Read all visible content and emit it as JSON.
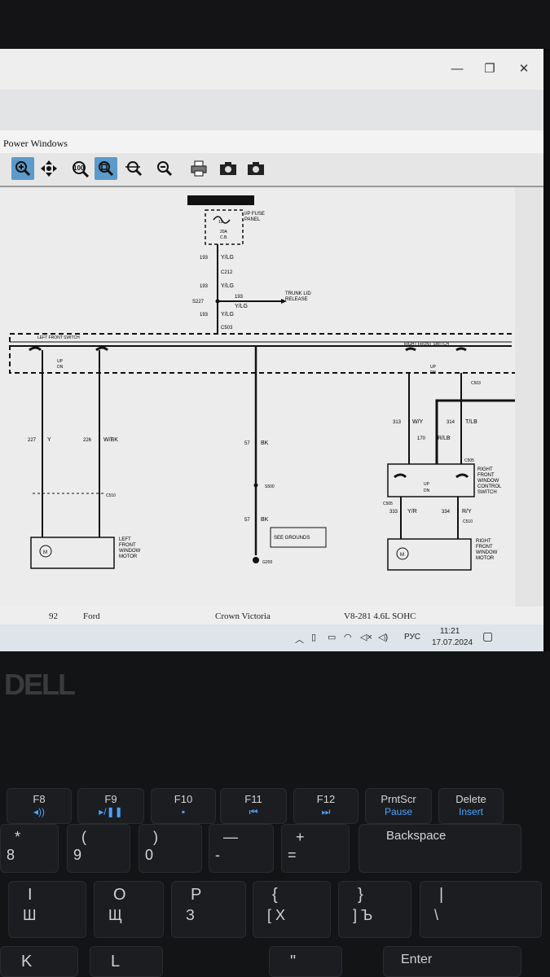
{
  "window": {
    "title": "Power Windows",
    "buttons": {
      "minimize": "—",
      "restore": "❐",
      "close": "✕"
    }
  },
  "toolbar": {
    "icons": [
      "zoom-in-icon",
      "pan-icon",
      "zoom-100-icon",
      "zoom-fit-icon",
      "zoom-width-icon",
      "zoom-out-icon",
      "print-icon",
      "camera-icon",
      "camera-alt-icon"
    ],
    "zoom100": "100"
  },
  "diagram": {
    "fuse_label": "I/P FUSE\nPANEL",
    "fuse_num": "12",
    "fuse_amp": "20A\nC.B.",
    "wires": [
      {
        "num": "193",
        "color": "Y/LG"
      },
      {
        "num": "193",
        "color": "Y/LG"
      },
      {
        "num": "193",
        "color": "Y/LG"
      }
    ],
    "c212": "C212",
    "s227": "S227",
    "trunk": "TRUNK LID\nRELEASE",
    "trunk_wire": "193",
    "trunk_color": "Y/LG",
    "c503": "C503",
    "left_switch": "LEFT FRONT SWITCH",
    "right_switch": "RIGHT FRONT SWITCH",
    "up": "UP",
    "dn": "DN",
    "left_wire1": {
      "num": "227",
      "color": "Y"
    },
    "left_wire2": {
      "num": "226",
      "color": "W/BK"
    },
    "c510_left": "C510",
    "left_motor": "LEFT\nFRONT\nWINDOW\nMOTOR",
    "ground_wire1": {
      "num": "57",
      "color": "BK"
    },
    "s500": "S500",
    "ground_wire2": {
      "num": "57",
      "color": "BK"
    },
    "see_grounds": "SEE GROUNDS",
    "g200": "G200",
    "c503_right": "C503",
    "right_wire1": {
      "num": "313",
      "color": "W/Y"
    },
    "right_wire2": {
      "num": "314",
      "color": "T/LB"
    },
    "right_wire3": {
      "num": "170",
      "color": "R/LB"
    },
    "c505": "C505",
    "right_control": "RIGHT\nFRONT\nWINDOW\nCONTROL\nSWITCH",
    "c505b": "C505",
    "right_wire4": {
      "num": "333",
      "color": "Y/R"
    },
    "right_wire5": {
      "num": "334",
      "color": "R/Y"
    },
    "c510_right": "C510",
    "right_motor": "RIGHT\nFRONT\nWINDOW\nMOTOR",
    "m": "M"
  },
  "footer": {
    "page": "92",
    "make": "Ford",
    "model": "Crown Victoria",
    "engine": "V8-281 4.6L SOHC"
  },
  "taskbar": {
    "lang": "РУС",
    "time": "11:21",
    "date": "17.07.2024"
  },
  "keyboard": {
    "brand": "DELL",
    "row1": [
      {
        "top": "F8",
        "bot": "◂))"
      },
      {
        "top": "F9",
        "bot": "▸/❚❚"
      },
      {
        "top": "F10",
        "bot": "▪"
      },
      {
        "top": "F11",
        "bot": "⏮"
      },
      {
        "top": "F12",
        "bot": "⏭"
      },
      {
        "top": "PrntScr",
        "bot": "Pause"
      },
      {
        "top": "Delete",
        "bot": "Insert"
      }
    ],
    "row2": [
      {
        "top": "*",
        "bot": "8"
      },
      {
        "top": "(",
        "bot": "9"
      },
      {
        "top": ")",
        "bot": "0"
      },
      {
        "top": "—",
        "bot": "-"
      },
      {
        "top": "+",
        "bot": "="
      },
      {
        "top": "Backspace",
        "bot": ""
      }
    ],
    "row3": [
      {
        "lat": "I",
        "cyr": "Ш"
      },
      {
        "lat": "O",
        "cyr": "Щ"
      },
      {
        "lat": "P",
        "cyr": "З"
      },
      {
        "lat": "{",
        "cyr": "[  Х"
      },
      {
        "lat": "}",
        "cyr": "]  Ъ"
      },
      {
        "lat": "|",
        "cyr": "\\"
      }
    ],
    "row4": [
      {
        "lat": "K"
      },
      {
        "lat": "L"
      },
      {
        "lat": "\""
      },
      {
        "lat": "Enter"
      }
    ]
  }
}
